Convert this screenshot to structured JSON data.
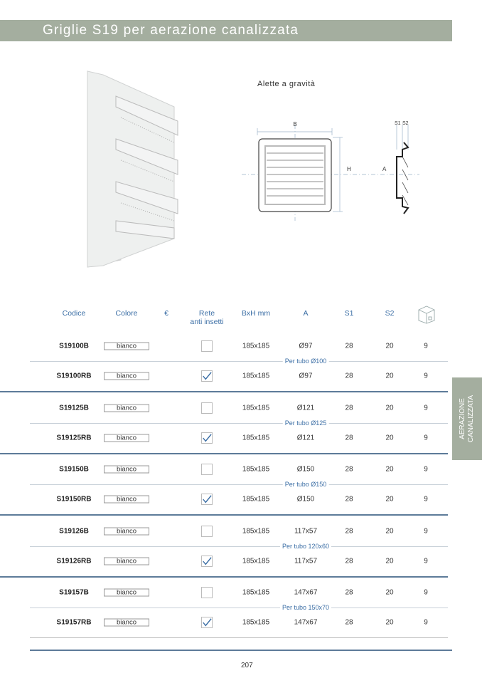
{
  "header": {
    "title": "Griglie S19 per aerazione canalizzata"
  },
  "side_tab": {
    "line1": "AERAZIONE",
    "line2": "CANALIZZATA"
  },
  "diagram": {
    "caption": "Alette a gravità",
    "labels": {
      "B": "B",
      "H": "H",
      "A": "A",
      "S1": "S1",
      "S2": "S2"
    }
  },
  "table": {
    "headers": {
      "codice": "Codice",
      "colore": "Colore",
      "euro": "€",
      "rete1": "Rete",
      "rete2": "anti insetti",
      "bxh": "BxH mm",
      "a": "A",
      "s1": "S1",
      "s2": "S2",
      "box_icon": "box-icon"
    },
    "groups": [
      {
        "note": "Per tubo Ø100",
        "rows": [
          {
            "code": "S19100B",
            "color": "bianco",
            "net": false,
            "bxh": "185x185",
            "a": "Ø97",
            "s1": "28",
            "s2": "20",
            "qty": "9"
          },
          {
            "code": "S19100RB",
            "color": "bianco",
            "net": true,
            "bxh": "185x185",
            "a": "Ø97",
            "s1": "28",
            "s2": "20",
            "qty": "9"
          }
        ]
      },
      {
        "note": "Per tubo Ø125",
        "rows": [
          {
            "code": "S19125B",
            "color": "bianco",
            "net": false,
            "bxh": "185x185",
            "a": "Ø121",
            "s1": "28",
            "s2": "20",
            "qty": "9"
          },
          {
            "code": "S19125RB",
            "color": "bianco",
            "net": true,
            "bxh": "185x185",
            "a": "Ø121",
            "s1": "28",
            "s2": "20",
            "qty": "9"
          }
        ]
      },
      {
        "note": "Per tubo Ø150",
        "rows": [
          {
            "code": "S19150B",
            "color": "bianco",
            "net": false,
            "bxh": "185x185",
            "a": "Ø150",
            "s1": "28",
            "s2": "20",
            "qty": "9"
          },
          {
            "code": "S19150RB",
            "color": "bianco",
            "net": true,
            "bxh": "185x185",
            "a": "Ø150",
            "s1": "28",
            "s2": "20",
            "qty": "9"
          }
        ]
      },
      {
        "note": "Per tubo 120x60",
        "rows": [
          {
            "code": "S19126B",
            "color": "bianco",
            "net": false,
            "bxh": "185x185",
            "a": "117x57",
            "s1": "28",
            "s2": "20",
            "qty": "9"
          },
          {
            "code": "S19126RB",
            "color": "bianco",
            "net": true,
            "bxh": "185x185",
            "a": "117x57",
            "s1": "28",
            "s2": "20",
            "qty": "9"
          }
        ]
      },
      {
        "note": "Per tubo 150x70",
        "rows": [
          {
            "code": "S19157B",
            "color": "bianco",
            "net": false,
            "bxh": "185x185",
            "a": "147x67",
            "s1": "28",
            "s2": "20",
            "qty": "9"
          },
          {
            "code": "S19157RB",
            "color": "bianco",
            "net": true,
            "bxh": "185x185",
            "a": "147x67",
            "s1": "28",
            "s2": "20",
            "qty": "9"
          }
        ]
      }
    ]
  },
  "footer": {
    "page": "207"
  }
}
